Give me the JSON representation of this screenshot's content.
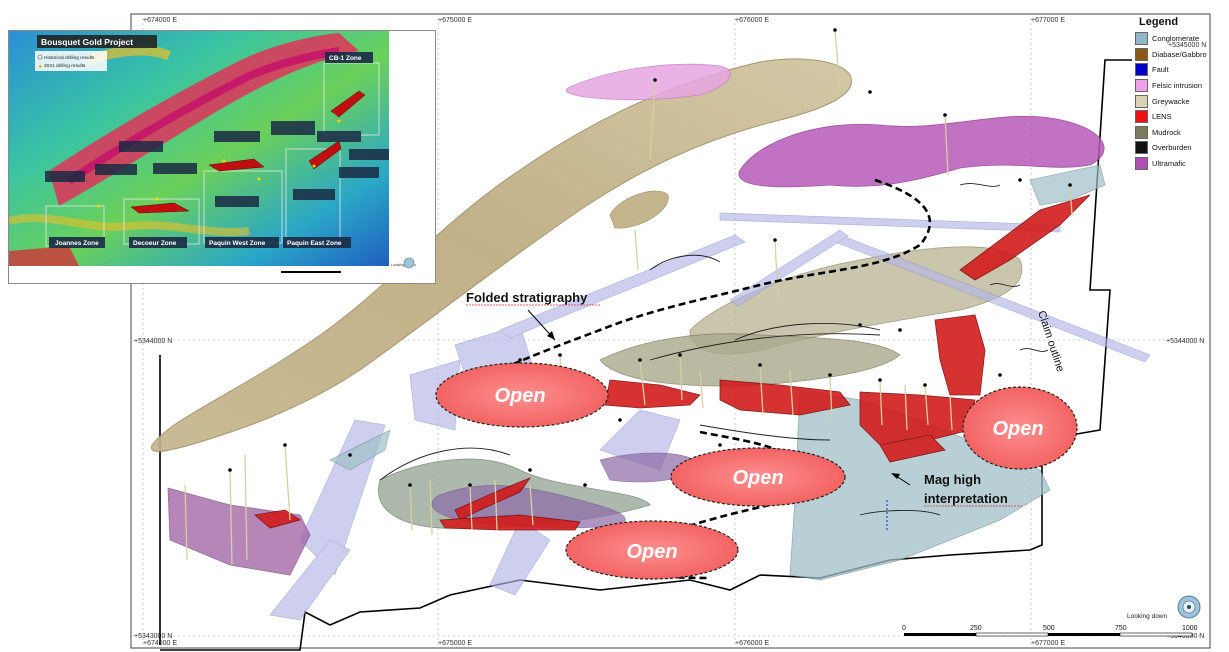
{
  "map": {
    "top_eastings": [
      "+674000 E",
      "+675000 E",
      "+676000 E",
      "+677000 E"
    ],
    "bottom_eastings": [
      "+674000 E",
      "+675000 E",
      "+676000 E",
      "+677000 E"
    ],
    "left_northings": [
      "+5344000 N",
      "+5343000 N"
    ],
    "right_northings": [
      "+5344000 N",
      "+5343000 N"
    ],
    "top_right_northing": "+5345000 N",
    "annotations": {
      "folded_stratigraphy": "Folded stratigraphy",
      "claim_outline": "Claim outline",
      "mag_high_line1": "Mag high",
      "mag_high_line2": "interpretation"
    },
    "open_labels": [
      "Open",
      "Open",
      "Open",
      "Open"
    ],
    "looking_down": "Looking down",
    "scale_ticks": [
      "0",
      "250",
      "500",
      "750",
      "1000"
    ]
  },
  "legend": {
    "title": "Legend",
    "items": [
      {
        "label": "Conglomerate",
        "color": "#8fb6c8"
      },
      {
        "label": "Diabase/Gabbro",
        "color": "#8a5a12"
      },
      {
        "label": "Fault",
        "color": "#0000cc"
      },
      {
        "label": "Felsic intrusion",
        "color": "#f0a0e8"
      },
      {
        "label": "Greywacke",
        "color": "#d9d3b4"
      },
      {
        "label": "LENS",
        "color": "#ee1111"
      },
      {
        "label": "Mudrock",
        "color": "#7d7a5e"
      },
      {
        "label": "Overburden",
        "color": "#111111"
      },
      {
        "label": "Ultramafic",
        "color": "#b04fb5"
      }
    ]
  },
  "inset": {
    "title": "Bousquet Gold Project",
    "legend_items": [
      "Historical drilling results",
      "2021 drilling results"
    ],
    "zones": [
      "Joannes Zone",
      "Decoeur Zone",
      "Paquin West Zone",
      "Paquin East Zone",
      "CB-1 Zone"
    ],
    "looking_down": "Looking down"
  }
}
